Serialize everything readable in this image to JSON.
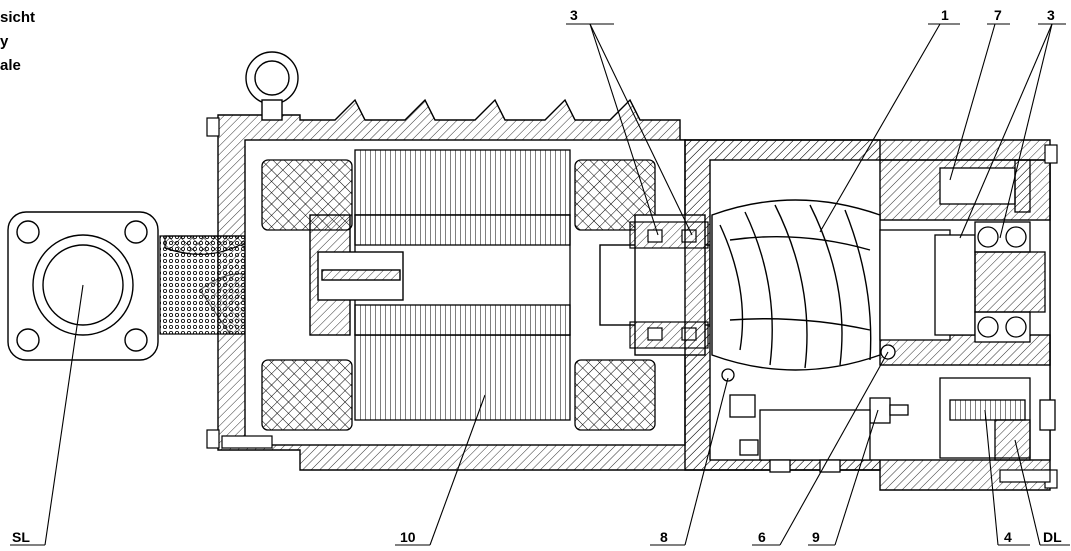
{
  "title_lines": [
    "sicht",
    "y",
    "ale"
  ],
  "callouts": {
    "c1": "1",
    "c3a": "3",
    "c3b": "3",
    "c4": "4",
    "c6": "6",
    "c7": "7",
    "c8": "8",
    "c9": "9",
    "c10": "10",
    "sl": "SL",
    "dl": "DL"
  }
}
